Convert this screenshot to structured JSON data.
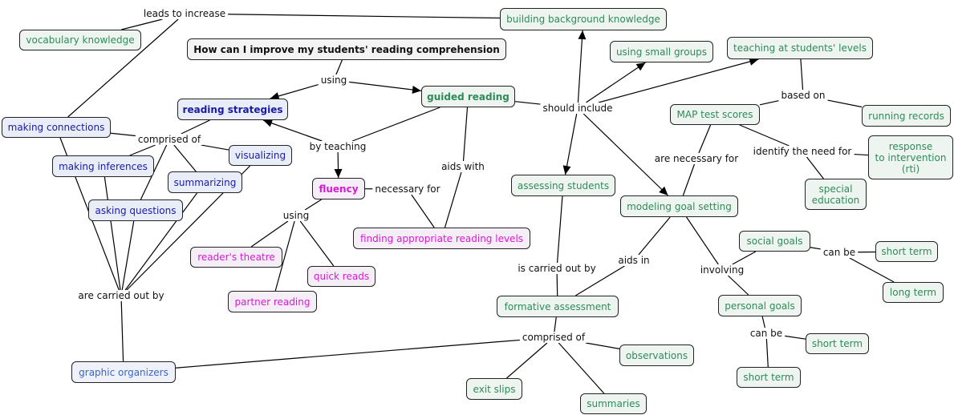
{
  "colors": {
    "green": "#2e8b57",
    "blue": "#1a1aa6",
    "light_blue": "#3a66c4",
    "pink": "#d61ad6",
    "black": "#111111",
    "line": "#000000"
  },
  "nodes": [
    {
      "id": "question",
      "text": "How can I improve my students' reading comprehension",
      "style": "black"
    },
    {
      "id": "bbk",
      "text": "building background knowledge",
      "style": "green"
    },
    {
      "id": "vocab",
      "text": "vocabulary knowledge",
      "style": "green"
    },
    {
      "id": "small_groups",
      "text": "using small groups",
      "style": "green"
    },
    {
      "id": "levels",
      "text": "teaching at students' levels",
      "style": "green"
    },
    {
      "id": "strategies",
      "text": "reading strategies",
      "style": "blue"
    },
    {
      "id": "guided",
      "text": "guided reading",
      "style": "green"
    },
    {
      "id": "map",
      "text": "MAP test scores",
      "style": "green"
    },
    {
      "id": "running",
      "text": "running records",
      "style": "green"
    },
    {
      "id": "connections",
      "text": "making connections",
      "style": "blue"
    },
    {
      "id": "visualizing",
      "text": "visualizing",
      "style": "blue"
    },
    {
      "id": "inferences",
      "text": "making inferences",
      "style": "blue"
    },
    {
      "id": "summarizing",
      "text": "summarizing",
      "style": "blue"
    },
    {
      "id": "rti",
      "text": "response\nto intervention\n(rti)",
      "style": "green"
    },
    {
      "id": "fluency",
      "text": "fluency",
      "style": "pink"
    },
    {
      "id": "assessing",
      "text": "assessing students",
      "style": "green"
    },
    {
      "id": "special",
      "text": "special\neducation",
      "style": "green"
    },
    {
      "id": "questions",
      "text": "asking questions",
      "style": "blue"
    },
    {
      "id": "goal",
      "text": "modeling goal setting",
      "style": "green"
    },
    {
      "id": "finding",
      "text": "finding appropriate reading levels",
      "style": "pink"
    },
    {
      "id": "social",
      "text": "social goals",
      "style": "green"
    },
    {
      "id": "short1",
      "text": "short term",
      "style": "green"
    },
    {
      "id": "theatre",
      "text": "reader's theatre",
      "style": "pink"
    },
    {
      "id": "quick",
      "text": "quick reads",
      "style": "pink"
    },
    {
      "id": "long",
      "text": "long term",
      "style": "green"
    },
    {
      "id": "partner",
      "text": "partner reading",
      "style": "pink"
    },
    {
      "id": "personal",
      "text": "personal goals",
      "style": "green"
    },
    {
      "id": "formative",
      "text": "formative assessment",
      "style": "green"
    },
    {
      "id": "short2",
      "text": "short term",
      "style": "green"
    },
    {
      "id": "observations",
      "text": "observations",
      "style": "green"
    },
    {
      "id": "organizers",
      "text": "graphic organizers",
      "style": "light_blue"
    },
    {
      "id": "short3",
      "text": "short term",
      "style": "green"
    },
    {
      "id": "exit",
      "text": "exit slips",
      "style": "green"
    },
    {
      "id": "summaries",
      "text": "summaries",
      "style": "green"
    }
  ],
  "linking_phrases": [
    {
      "id": "leads",
      "text": "leads to increase"
    },
    {
      "id": "using1",
      "text": "using"
    },
    {
      "id": "should",
      "text": "should include"
    },
    {
      "id": "based",
      "text": "based on"
    },
    {
      "id": "comprised1",
      "text": "comprised of"
    },
    {
      "id": "byteaching",
      "text": "by teaching"
    },
    {
      "id": "identify",
      "text": "identify the need for"
    },
    {
      "id": "necessary",
      "text": "are necessary for"
    },
    {
      "id": "aidswith",
      "text": "aids with"
    },
    {
      "id": "necfor",
      "text": "necessary for"
    },
    {
      "id": "using2",
      "text": "using"
    },
    {
      "id": "canbe1",
      "text": "can be"
    },
    {
      "id": "aidsin",
      "text": "aids in"
    },
    {
      "id": "involving",
      "text": "involving"
    },
    {
      "id": "carried_by",
      "text": "is carried out by"
    },
    {
      "id": "are_carried",
      "text": "are carried out by"
    },
    {
      "id": "canbe2",
      "text": "can be"
    },
    {
      "id": "comprised2",
      "text": "comprised of"
    }
  ],
  "connections": [
    {
      "from": "bbk",
      "to": "leads",
      "arrow": false
    },
    {
      "from": "leads",
      "to": "vocab",
      "arrow": false
    },
    {
      "from": "question",
      "to": "using1",
      "arrow": false
    },
    {
      "from": "using1",
      "to": "strategies",
      "arrow": true
    },
    {
      "from": "using1",
      "to": "guided",
      "arrow": true
    },
    {
      "from": "guided",
      "to": "should",
      "arrow": false
    },
    {
      "from": "should",
      "to": "bbk",
      "arrow": true
    },
    {
      "from": "should",
      "to": "small_groups",
      "arrow": true
    },
    {
      "from": "should",
      "to": "levels",
      "arrow": true
    },
    {
      "from": "should",
      "to": "assessing",
      "arrow": true
    },
    {
      "from": "should",
      "to": "goal",
      "arrow": true
    },
    {
      "from": "levels",
      "to": "based",
      "arrow": false
    },
    {
      "from": "based",
      "to": "map",
      "arrow": false
    },
    {
      "from": "based",
      "to": "running",
      "arrow": false
    },
    {
      "from": "map",
      "to": "identify",
      "arrow": false
    },
    {
      "from": "identify",
      "to": "rti",
      "arrow": false
    },
    {
      "from": "identify",
      "to": "special",
      "arrow": false
    },
    {
      "from": "map",
      "to": "necessary",
      "arrow": false
    },
    {
      "from": "necessary",
      "to": "goal",
      "arrow": false
    },
    {
      "from": "guided",
      "to": "byteaching",
      "arrow": false
    },
    {
      "from": "byteaching",
      "to": "strategies",
      "arrow": true
    },
    {
      "from": "byteaching",
      "to": "fluency",
      "arrow": true
    },
    {
      "from": "guided",
      "to": "aidswith",
      "arrow": false
    },
    {
      "from": "aidswith",
      "to": "finding",
      "arrow": false
    },
    {
      "from": "fluency",
      "to": "necfor",
      "arrow": false
    },
    {
      "from": "necfor",
      "to": "finding",
      "arrow": false
    },
    {
      "from": "fluency",
      "to": "using2",
      "arrow": false
    },
    {
      "from": "using2",
      "to": "theatre",
      "arrow": false
    },
    {
      "from": "using2",
      "to": "quick",
      "arrow": false
    },
    {
      "from": "using2",
      "to": "partner",
      "arrow": false
    },
    {
      "from": "strategies",
      "to": "comprised1",
      "arrow": false
    },
    {
      "from": "comprised1",
      "to": "connections",
      "arrow": false
    },
    {
      "from": "comprised1",
      "to": "visualizing",
      "arrow": false
    },
    {
      "from": "comprised1",
      "to": "inferences",
      "arrow": false
    },
    {
      "from": "comprised1",
      "to": "summarizing",
      "arrow": false
    },
    {
      "from": "comprised1",
      "to": "questions",
      "arrow": false
    },
    {
      "from": "connections",
      "to": "leads",
      "arrow": false
    },
    {
      "from": "connections",
      "to": "are_carried",
      "arrow": false
    },
    {
      "from": "inferences",
      "to": "are_carried",
      "arrow": false
    },
    {
      "from": "questions",
      "to": "are_carried",
      "arrow": false
    },
    {
      "from": "summarizing",
      "to": "are_carried",
      "arrow": false
    },
    {
      "from": "visualizing",
      "to": "are_carried",
      "arrow": false
    },
    {
      "from": "are_carried",
      "to": "organizers",
      "arrow": false
    },
    {
      "from": "goal",
      "to": "aidsin",
      "arrow": false
    },
    {
      "from": "aidsin",
      "to": "formative",
      "arrow": false
    },
    {
      "from": "goal",
      "to": "involving",
      "arrow": false
    },
    {
      "from": "involving",
      "to": "social",
      "arrow": false
    },
    {
      "from": "involving",
      "to": "personal",
      "arrow": false
    },
    {
      "from": "social",
      "to": "canbe1",
      "arrow": false
    },
    {
      "from": "canbe1",
      "to": "short1",
      "arrow": false
    },
    {
      "from": "canbe1",
      "to": "long",
      "arrow": false
    },
    {
      "from": "personal",
      "to": "canbe2",
      "arrow": false
    },
    {
      "from": "canbe2",
      "to": "short2",
      "arrow": false
    },
    {
      "from": "canbe2",
      "to": "short3",
      "arrow": false
    },
    {
      "from": "assessing",
      "to": "carried_by",
      "arrow": false
    },
    {
      "from": "carried_by",
      "to": "formative",
      "arrow": false
    },
    {
      "from": "formative",
      "to": "comprised2",
      "arrow": false
    },
    {
      "from": "comprised2",
      "to": "observations",
      "arrow": false
    },
    {
      "from": "comprised2",
      "to": "exit",
      "arrow": false
    },
    {
      "from": "comprised2",
      "to": "summaries",
      "arrow": false
    },
    {
      "from": "comprised2",
      "to": "organizers",
      "arrow": false
    }
  ]
}
